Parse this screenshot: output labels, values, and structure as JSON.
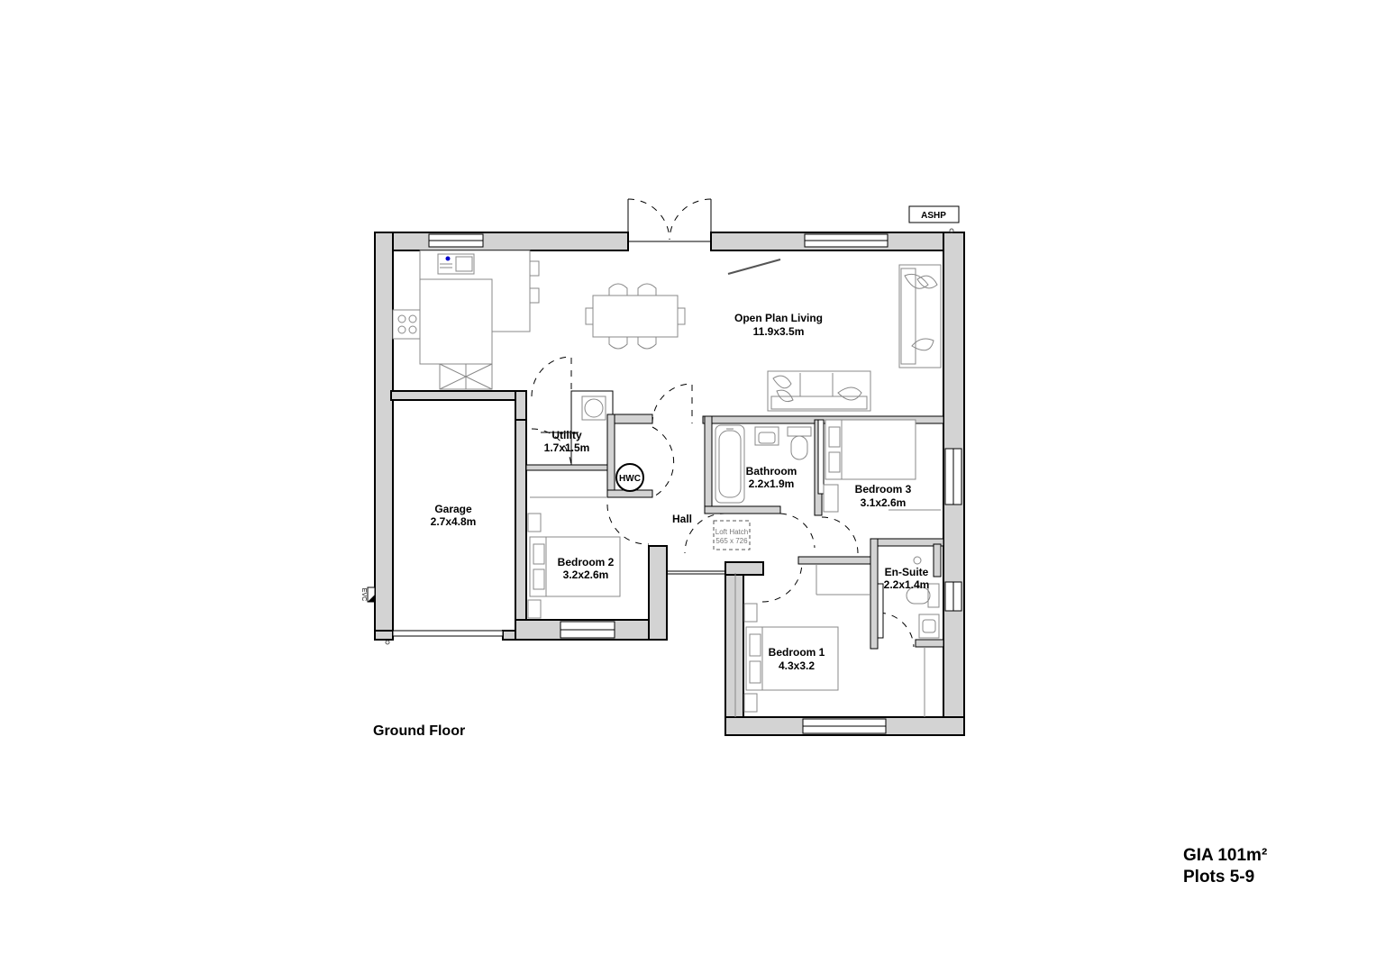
{
  "title": "Ground Floor",
  "gia": "GIA 101m²",
  "plots": "Plots 5-9",
  "ashp": "ASHP",
  "evc": "EVC",
  "hwc": "HWC",
  "loft_hatch": {
    "label": "Loft Hatch",
    "size": "565 x 726"
  },
  "rooms": {
    "open_plan_living": {
      "name": "Open Plan Living",
      "dims": "11.9x3.5m"
    },
    "utility": {
      "name": "Utility",
      "dims": "1.7x1.5m"
    },
    "garage": {
      "name": "Garage",
      "dims": "2.7x4.8m"
    },
    "hall": {
      "name": "Hall"
    },
    "bathroom": {
      "name": "Bathroom",
      "dims": "2.2x1.9m"
    },
    "bedroom3": {
      "name": "Bedroom 3",
      "dims": "3.1x2.6m"
    },
    "bedroom2": {
      "name": "Bedroom 2",
      "dims": "3.2x2.6m"
    },
    "ensuite": {
      "name": "En-Suite",
      "dims": "2.2x1.4m"
    },
    "bedroom1": {
      "name": "Bedroom 1",
      "dims": "4.3x3.2"
    }
  }
}
